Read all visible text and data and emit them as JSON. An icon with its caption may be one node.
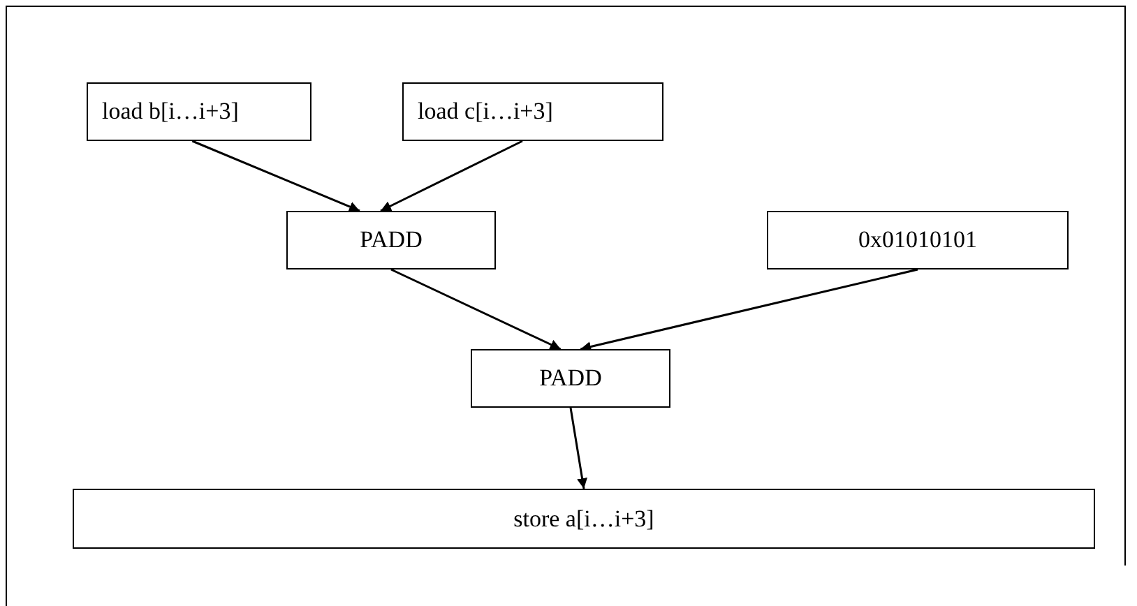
{
  "diagram": {
    "nodes": [
      {
        "text": [
          "load b[i…i+3]"
        ]
      },
      {
        "text": [
          "load c[i…i+3]"
        ]
      },
      {
        "text": [
          "PADD"
        ]
      },
      {
        "text": [
          "0x01010101"
        ]
      },
      {
        "text": [
          "PADD"
        ]
      },
      {
        "text": [
          "store a[i…i+3]"
        ]
      }
    ],
    "edges": [
      {
        "from": 0,
        "to": 2,
        "arrow": "to"
      },
      {
        "from": 1,
        "to": 2,
        "arrow": "to"
      },
      {
        "from": 2,
        "to": 4,
        "arrow": "to"
      },
      {
        "from": 3,
        "to": 4,
        "arrow": "to"
      },
      {
        "from": 4,
        "to": 5,
        "arrow": "to"
      }
    ]
  }
}
